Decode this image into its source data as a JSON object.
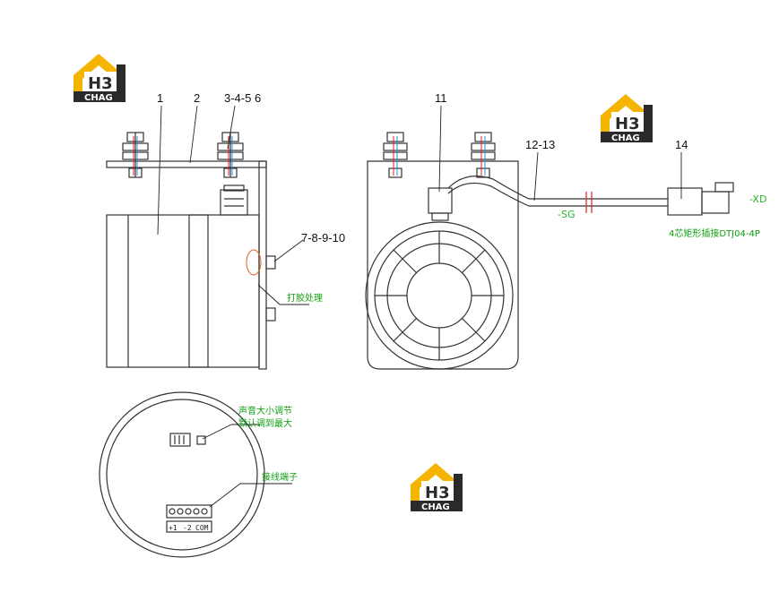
{
  "logo": {
    "mark": "H3",
    "word": "CHAG"
  },
  "labels": {
    "part1": "1",
    "part2": "2",
    "part3": "3-4-5 6",
    "part7": "7-8-9-10",
    "part11": "11",
    "part12": "12-13",
    "part14": "14"
  },
  "notes": {
    "glue": "打胶处理",
    "volume_line1": "声音大小调节",
    "volume_line2": "默认调到最大",
    "terminal": "接线端子",
    "connector": "4芯矩形插接DTJ04-4P"
  },
  "wire_tags": {
    "left": "-SG",
    "right": "-XD"
  },
  "terminals": {
    "t1": "+1",
    "t2": "-2",
    "t3": "COM"
  },
  "colors": {
    "logo_yellow": "#f5b400",
    "logo_dark": "#2a2a2a",
    "annotation_green": "#10a010",
    "wire_red": "#e02020",
    "wire_blue": "#2a8fd8"
  }
}
